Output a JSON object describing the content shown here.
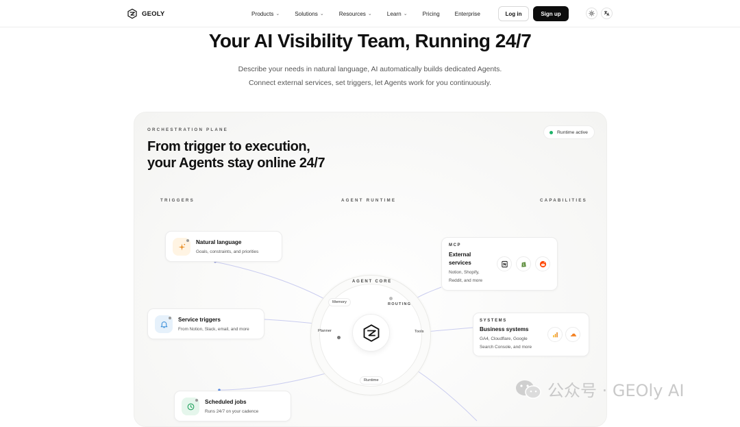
{
  "header": {
    "brand": "GEOLY",
    "nav": [
      {
        "label": "Products",
        "has_menu": true
      },
      {
        "label": "Solutions",
        "has_menu": true
      },
      {
        "label": "Resources",
        "has_menu": true
      },
      {
        "label": "Learn",
        "has_menu": true
      },
      {
        "label": "Pricing",
        "has_menu": false
      },
      {
        "label": "Enterprise",
        "has_menu": false
      }
    ],
    "login_label": "Log in",
    "signup_label": "Sign up",
    "icons": [
      "theme-toggle-icon",
      "language-icon"
    ]
  },
  "hero": {
    "title": "Your AI Visibility Team, Running 24/7",
    "subtitle_line1": "Describe your needs in natural language, AI automatically builds dedicated Agents.",
    "subtitle_line2": "Connect external services, set triggers, let Agents work for you continuously."
  },
  "panel": {
    "eyebrow": "ORCHESTRATION PLANE",
    "title_line1": "From trigger to execution,",
    "title_line2": "your Agents stay online 24/7",
    "runtime_status": "Runtime active",
    "columns": {
      "triggers": "TRIGGERS",
      "runtime": "AGENT RUNTIME",
      "capabilities": "CAPABILITIES"
    },
    "triggers": [
      {
        "title": "Natural language",
        "desc": "Goals, constraints, and priorities",
        "icon": "sparkle-icon"
      },
      {
        "title": "Service triggers",
        "desc": "From Notion, Slack, email, and more",
        "icon": "bell-icon"
      },
      {
        "title": "Scheduled jobs",
        "desc": "Runs 24/7 on your cadence",
        "icon": "clock-icon"
      }
    ],
    "capabilities": [
      {
        "eyebrow": "MCP",
        "title_line1": "External",
        "title_line2": "services",
        "desc_line1": "Notion, Shopify,",
        "desc_line2": "Reddit, and more",
        "logos": [
          "notion-logo-icon",
          "shopify-logo-icon",
          "reddit-logo-icon"
        ]
      },
      {
        "eyebrow": "SYSTEMS",
        "title": "Business systems",
        "desc_line1": "GA4, Cloudflare, Google",
        "desc_line2": "Search Console, and more",
        "logos": [
          "ga4-logo-icon",
          "cloudflare-logo-icon"
        ]
      }
    ],
    "core": {
      "eyebrow": "AGENT CORE",
      "memory": "Memory",
      "routing": "ROUTING",
      "planner": "Planner",
      "tools": "Tools",
      "runtime": "Runtime"
    }
  },
  "watermark": "公众号 · GEOly AI",
  "colors": {
    "accent_dark": "#0d0d0d",
    "status_green": "#1fb36a",
    "connector": "#c9ccef",
    "sparkle_orange": "#e8891b",
    "bell_blue": "#3b8fd9",
    "clock_green": "#22a35f",
    "reddit_orange": "#ff4500",
    "shopify_green": "#5e8e3e",
    "ga4_orange": "#f29900",
    "cloudflare_orange": "#f38020"
  }
}
